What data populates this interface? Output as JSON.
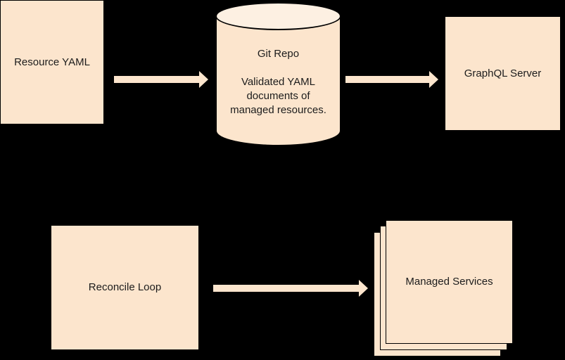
{
  "diagram": {
    "background_color": "#000000",
    "shape_fill_color": "#FCE5CD",
    "cylinder_top_fill_color": "#FDF0E2",
    "border_color": "#000000",
    "text_color": "#1C1C1C"
  },
  "nodes": {
    "resource_yaml": {
      "label": "Resource YAML"
    },
    "git_repo": {
      "title": "Git Repo",
      "description_lines": [
        "Validated YAML",
        "documents of",
        "managed resources."
      ]
    },
    "graphql_server": {
      "label": "GraphQL Server"
    },
    "reconcile_loop": {
      "label": "Reconcile Loop"
    },
    "managed_services": {
      "label": "Managed Services"
    }
  },
  "arrows": [
    {
      "from": "Resource YAML",
      "to": "Git Repo",
      "direction": "right"
    },
    {
      "from": "Git Repo",
      "to": "GraphQL Server",
      "direction": "right"
    },
    {
      "from": "Reconcile Loop",
      "to": "Managed Services",
      "direction": "right"
    }
  ]
}
